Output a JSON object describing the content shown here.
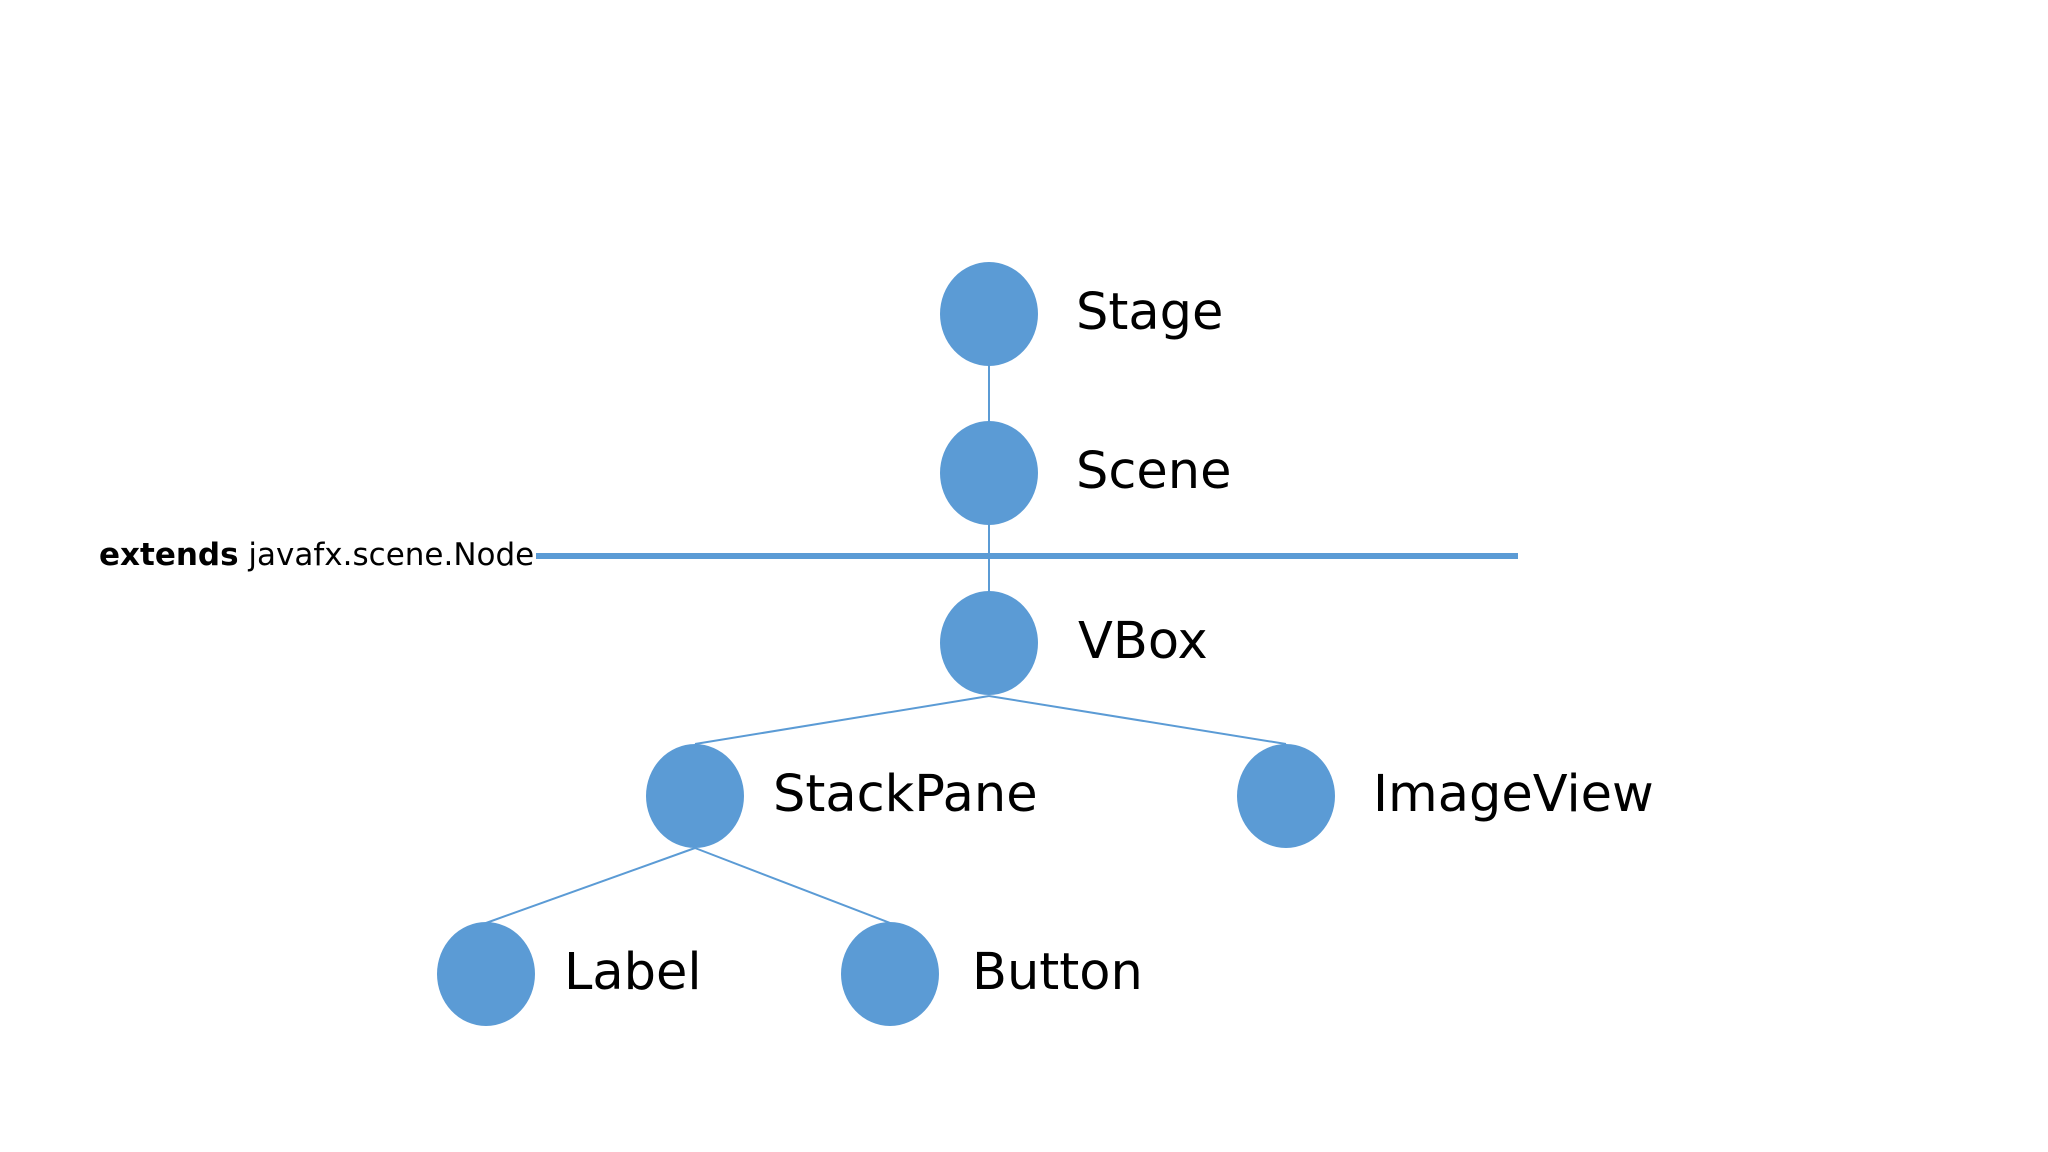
{
  "diagram": {
    "type": "tree",
    "color": "#5b9bd5",
    "nodes": [
      {
        "id": "stage",
        "label": "Stage"
      },
      {
        "id": "scene",
        "label": "Scene"
      },
      {
        "id": "vbox",
        "label": "VBox"
      },
      {
        "id": "stackpane",
        "label": "StackPane"
      },
      {
        "id": "imageview",
        "label": "ImageView"
      },
      {
        "id": "label",
        "label": "Label"
      },
      {
        "id": "button",
        "label": "Button"
      }
    ],
    "edges": [
      {
        "from": "stage",
        "to": "scene"
      },
      {
        "from": "scene",
        "to": "vbox"
      },
      {
        "from": "vbox",
        "to": "stackpane"
      },
      {
        "from": "vbox",
        "to": "imageview"
      },
      {
        "from": "stackpane",
        "to": "label"
      },
      {
        "from": "stackpane",
        "to": "button"
      }
    ],
    "divider": {
      "keyword": "extends",
      "text": " javafx.scene.Node"
    }
  }
}
